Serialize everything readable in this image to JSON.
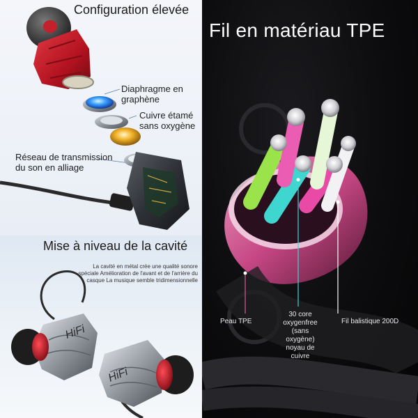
{
  "top_left": {
    "title": "Configuration élevée",
    "labels": {
      "diaphragm": [
        "Diaphragme en",
        "graphène"
      ],
      "copper": [
        "Cuivre étamé",
        "sans oxygène"
      ],
      "network": [
        "Réseau de transmission",
        "du son en alliage"
      ]
    }
  },
  "bottom_left": {
    "title": "Mise à niveau de la cavité",
    "description": [
      "La cavité en métal crée une qualité sonore",
      "spéciale Amélioration de l'avant et de l'arrière du",
      "casque La musique semble tridimensionnelle"
    ],
    "logo_text": "HiFi"
  },
  "right": {
    "title": "Fil en matériau TPE",
    "labels": {
      "skin": [
        "Peau TPE"
      ],
      "core": [
        "30 core",
        "oxygenfree",
        "(sans",
        "oxygène)",
        "noyau de",
        "cuivre"
      ],
      "ballistic": [
        "Fil balistique 200D"
      ]
    }
  },
  "colors": {
    "earbud_red": "#c41e2a",
    "cable_pink": "#e0589a",
    "strand_green": "#9be34a",
    "strand_cyan": "#3fd6d0",
    "strand_magenta": "#e84aa6"
  }
}
